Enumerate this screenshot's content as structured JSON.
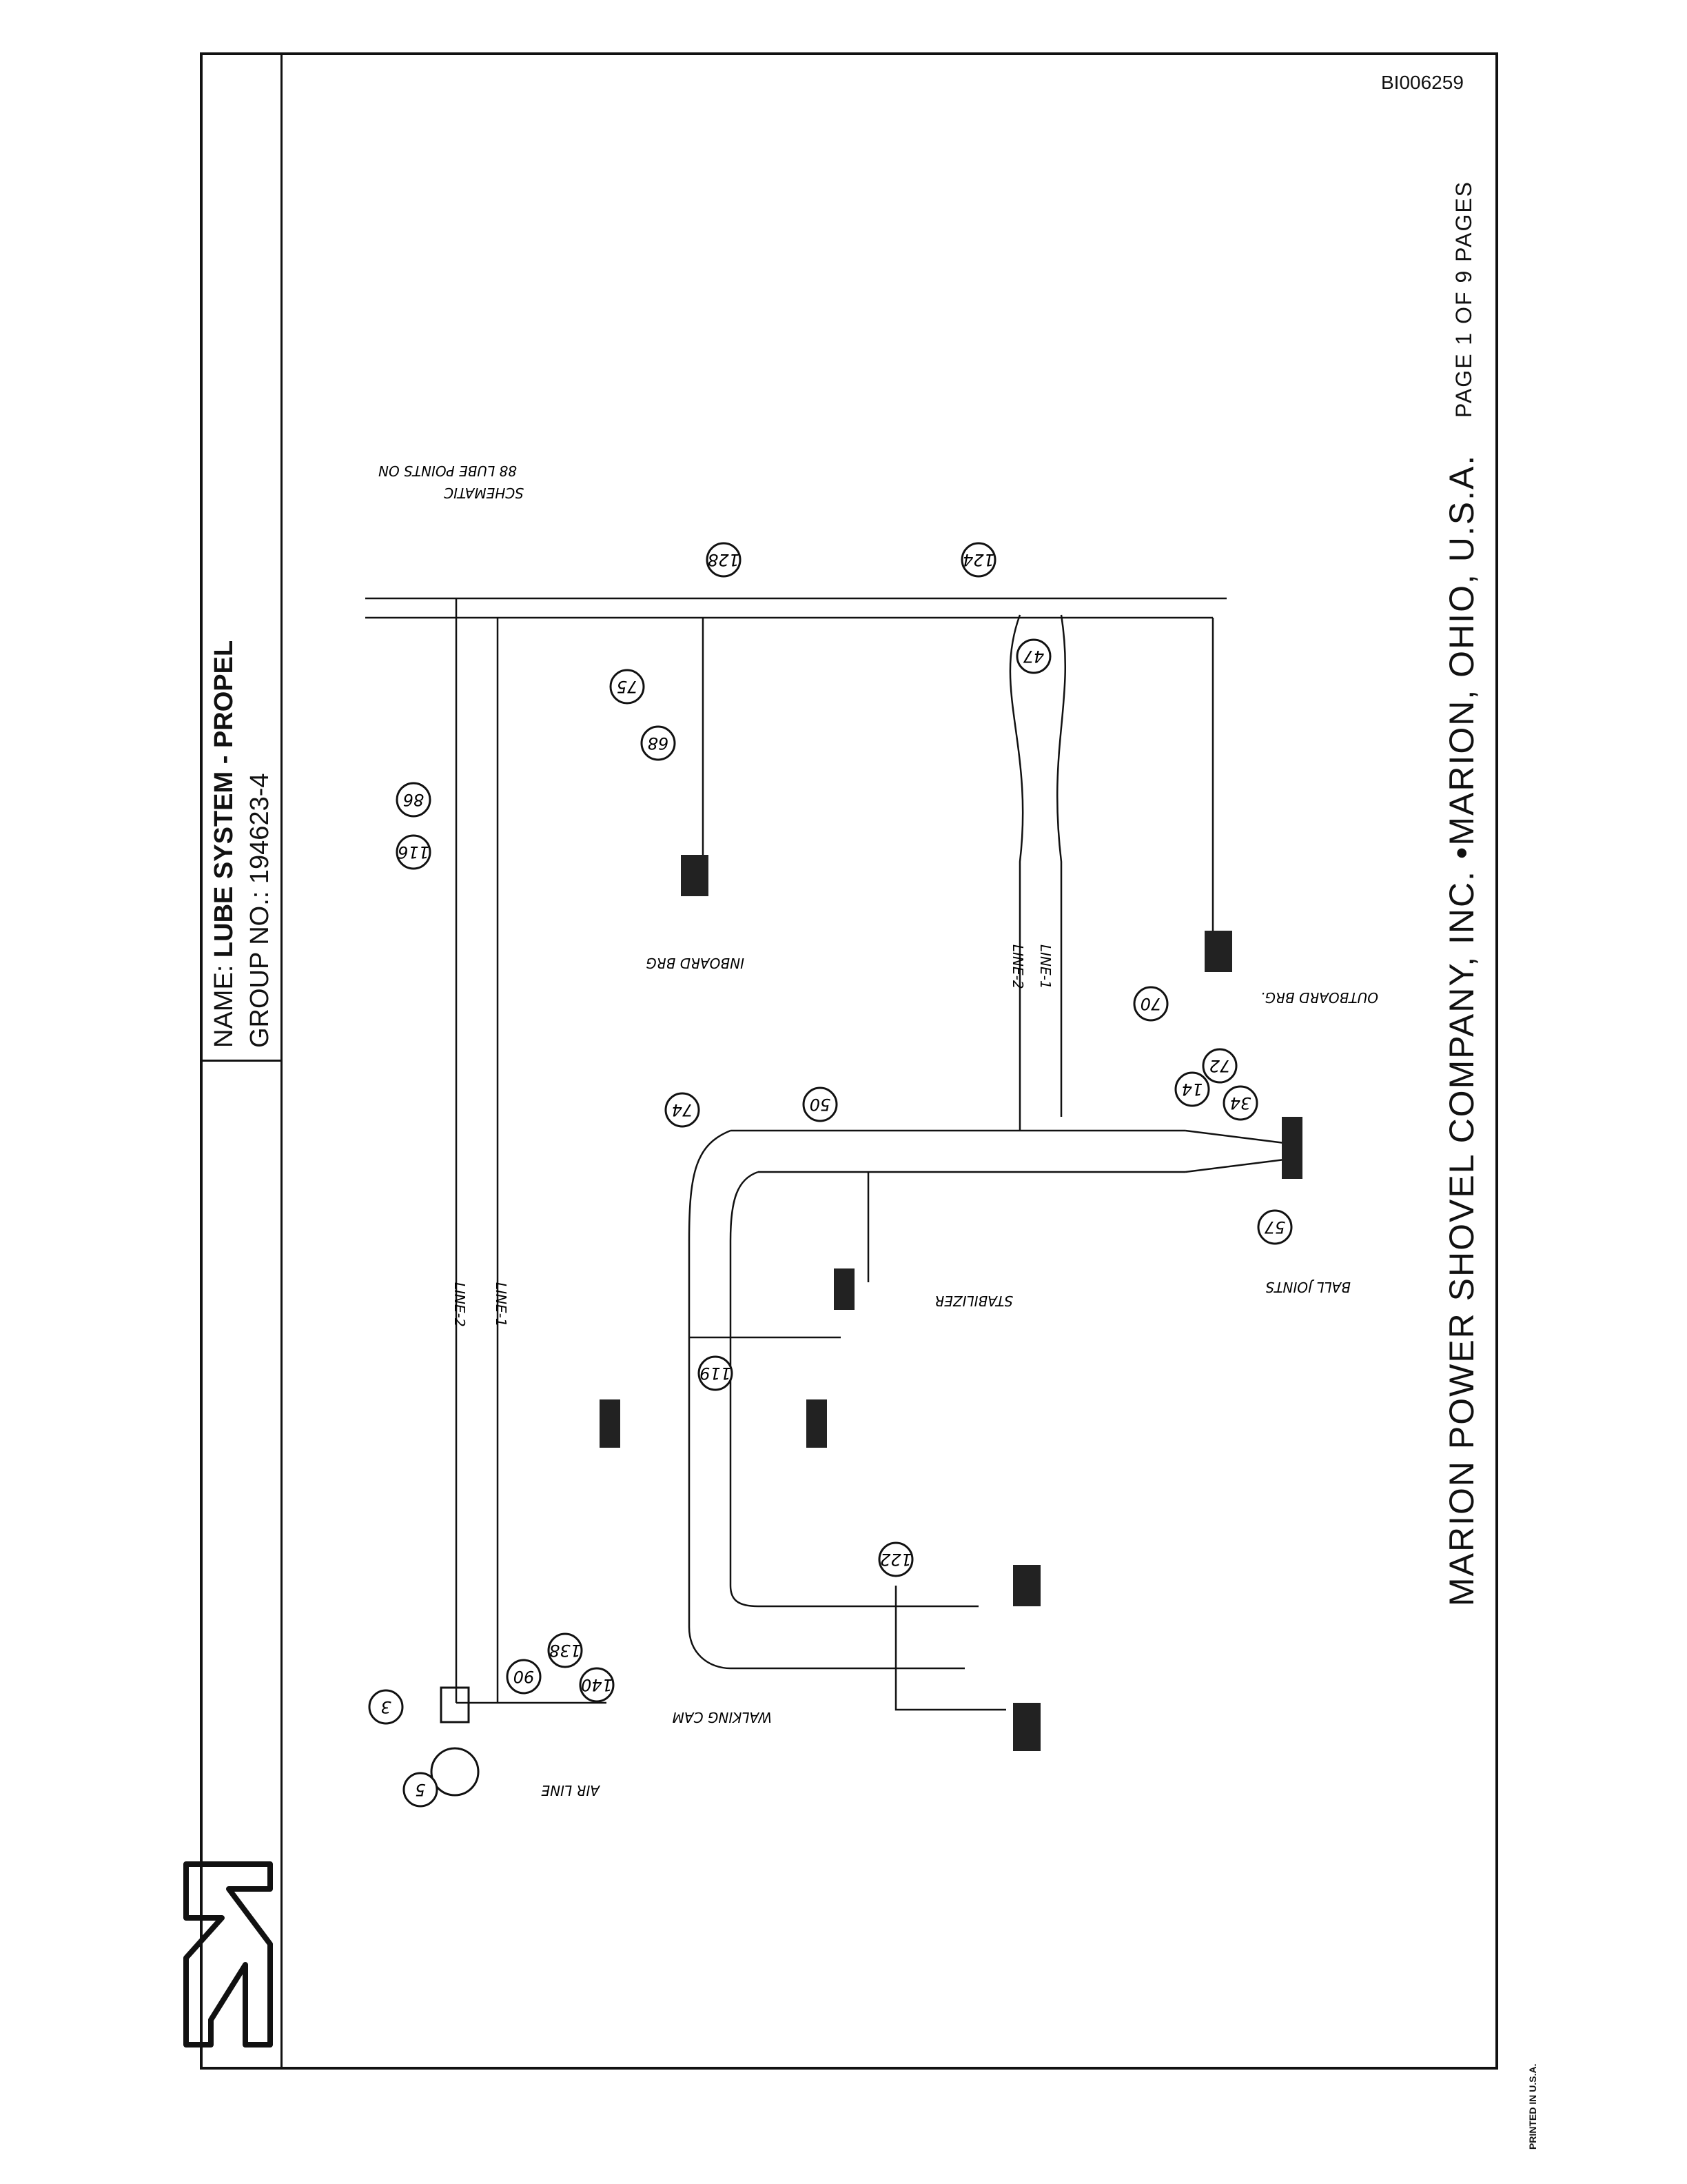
{
  "document_id": "BI006259",
  "title_block": {
    "name_label": "NAME:",
    "name_value": "LUBE SYSTEM - PROPEL",
    "group_label": "GROUP NO.:",
    "group_value": "194623-4"
  },
  "company": "MARION POWER SHOVEL COMPANY, INC. •MARION, OHIO, U.S.A.",
  "page": {
    "label": "PAGE",
    "current": "1",
    "of_label": "OF",
    "total": "9",
    "pages_label": "PAGES"
  },
  "printed_note": "PRINTED IN U.S.A.",
  "logo_icon": "marion-m-logo",
  "diagram": {
    "schematic_label": "SCHEMATIC",
    "schematic_note": "88 LUBE POINTS ON",
    "section_labels": {
      "inboard": "INBOARD BRG",
      "outboard": "OUTBOARD BRG.",
      "stabilizer": "STABILIZER",
      "ball_joints": "BALL JOINTS",
      "walking_cam": "WALKING CAM",
      "air_line": "AIR LINE"
    },
    "line_labels": {
      "line1": "LINE-1",
      "line2": "LINE-2"
    },
    "callouts": [
      "3",
      "5",
      "14",
      "34",
      "47",
      "50",
      "57",
      "68",
      "70",
      "72",
      "74",
      "75",
      "86",
      "90",
      "116",
      "119",
      "122",
      "124",
      "128",
      "138",
      "140"
    ]
  }
}
